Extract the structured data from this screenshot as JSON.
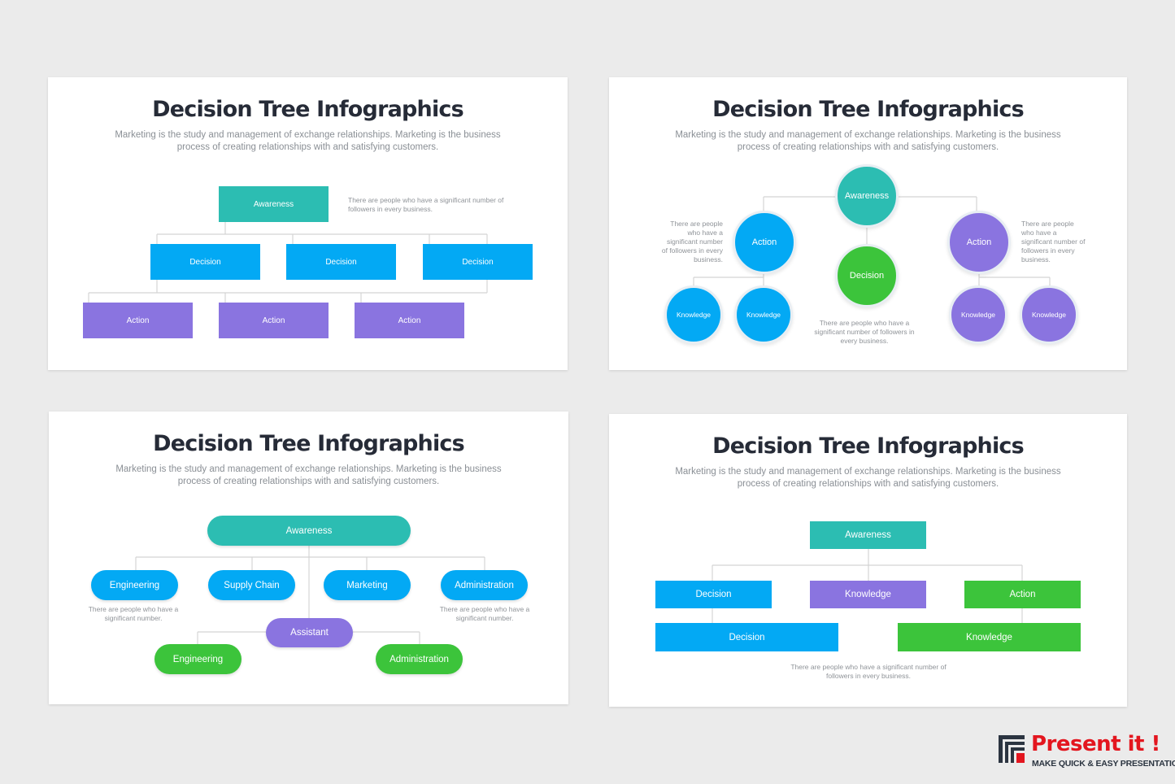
{
  "slides": [
    {
      "title": "Decision Tree Infographics",
      "subtitle": "Marketing is the study and management of exchange relationships. Marketing is the business process of creating relationships with and satisfying customers.",
      "root": "Awareness",
      "decisions": [
        "Decision",
        "Decision",
        "Decision"
      ],
      "actions": [
        "Action",
        "Action",
        "Action"
      ],
      "note": "There are people who have a significant number of followers in every business."
    },
    {
      "title": "Decision Tree Infographics",
      "subtitle": "Marketing is the study and management of exchange relationships. Marketing is the business process of creating relationships with and satisfying customers.",
      "root": "Awareness",
      "left_action": "Action",
      "center_decision": "Decision",
      "right_action": "Action",
      "knowledge": [
        "Knowledge",
        "Knowledge",
        "Knowledge",
        "Knowledge"
      ],
      "left_note": "There are people who have a significant number of followers in every business.",
      "center_note": "There are people who have a significant number of followers in every business.",
      "right_note": "There are people who have a significant number of followers in every business."
    },
    {
      "title": "Decision Tree Infographics",
      "subtitle": "Marketing is the study and management of exchange relationships. Marketing is the business process of creating relationships with and satisfying customers.",
      "root": "Awareness",
      "branches": [
        "Engineering",
        "Supply Chain",
        "Marketing",
        "Administration"
      ],
      "assistant": "Assistant",
      "leaves": [
        "Engineering",
        "Administration"
      ],
      "left_note": "There are people who have a significant number.",
      "right_note": "There are people who have a significant number."
    },
    {
      "title": "Decision Tree Infographics",
      "subtitle": "Marketing is the study and management of exchange relationships. Marketing is the business process of creating relationships with and satisfying customers.",
      "root": "Awareness",
      "row1": [
        "Decision",
        "Knowledge",
        "Action"
      ],
      "row2": [
        "Decision",
        "Knowledge"
      ],
      "note": "There are people who have a significant number of followers in every business."
    }
  ],
  "logo": {
    "name": "Present it !",
    "tagline": "MAKE QUICK & EASY PRESENTATIONS"
  },
  "colors": {
    "teal": "#2cbdb2",
    "blue": "#03a9f4",
    "purple": "#8a74e0",
    "green": "#3cc43b",
    "brand_red": "#e3161f"
  }
}
